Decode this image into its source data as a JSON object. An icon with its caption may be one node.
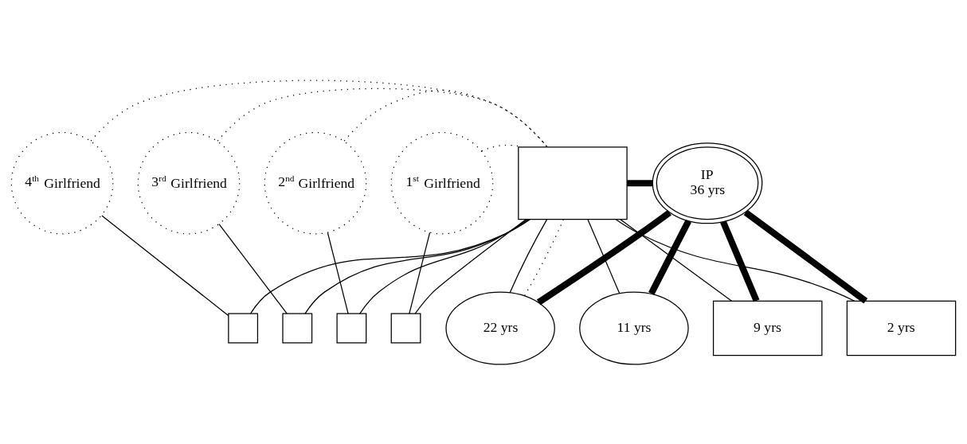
{
  "diagram": {
    "nodes": [
      {
        "text": [
          "4$^{th}$ Girlfriend"
        ]
      },
      {
        "text": [
          "3$^{rd}$ Girlfriend"
        ]
      },
      {
        "text": [
          "2$^{nd}$ Girlfriend"
        ]
      },
      {
        "text": [
          "1$^{st}$ Girlfriend"
        ]
      },
      {
        "text": [],
        "shape": "box"
      },
      {
        "text": [
          "IP",
          "36 yrs"
        ]
      },
      {
        "text": [],
        "shape": "box"
      },
      {
        "text": [],
        "shape": "box"
      },
      {
        "text": [],
        "shape": "box"
      },
      {
        "text": [],
        "shape": "box"
      },
      {
        "text": [
          "22 yrs"
        ]
      },
      {
        "text": [
          "11 yrs"
        ]
      },
      {
        "text": [
          "9 yrs"
        ]
      },
      {
        "text": [
          "2 yrs"
        ]
      }
    ],
    "edges": [
      {
        "from": 0,
        "to": 4,
        "arrow": "none",
        "style": "dashed"
      },
      {
        "from": 1,
        "to": 4,
        "arrow": "none",
        "style": "dashed"
      },
      {
        "from": 2,
        "to": 4,
        "arrow": "none",
        "style": "dashed"
      },
      {
        "from": 3,
        "to": 4,
        "arrow": "none",
        "style": "dashed"
      },
      {
        "from": 3,
        "to": 6,
        "arrow": "none"
      },
      {
        "from": 2,
        "to": 7,
        "arrow": "none"
      },
      {
        "from": 1,
        "to": 8,
        "arrow": "none"
      },
      {
        "from": 0,
        "to": 9,
        "arrow": "none"
      },
      {
        "from": 4,
        "to": 6,
        "arrow": "none"
      },
      {
        "from": 4,
        "to": 7,
        "arrow": "none"
      },
      {
        "from": 4,
        "to": 8,
        "arrow": "none"
      },
      {
        "from": 4,
        "to": 9,
        "arrow": "none"
      },
      {
        "from": 4,
        "to": 5,
        "arrow": "none",
        "style": "thick"
      },
      {
        "from": 4,
        "to": 10,
        "arrow": "none"
      },
      {
        "from": 4,
        "to": 11,
        "arrow": "none"
      },
      {
        "from": 4,
        "to": 12,
        "arrow": "none"
      },
      {
        "from": 4,
        "to": 13,
        "arrow": "none"
      },
      {
        "from": 5,
        "to": 10,
        "arrow": "none",
        "style": "thick"
      },
      {
        "from": 5,
        "to": 11,
        "arrow": "none",
        "style": "thick"
      },
      {
        "from": 5,
        "to": 12,
        "arrow": "none",
        "style": "thick"
      },
      {
        "from": 5,
        "to": 13,
        "arrow": "none",
        "style": "thick"
      },
      {
        "from": 4,
        "to": 10,
        "arrow": "none",
        "style": "dashed"
      }
    ]
  }
}
